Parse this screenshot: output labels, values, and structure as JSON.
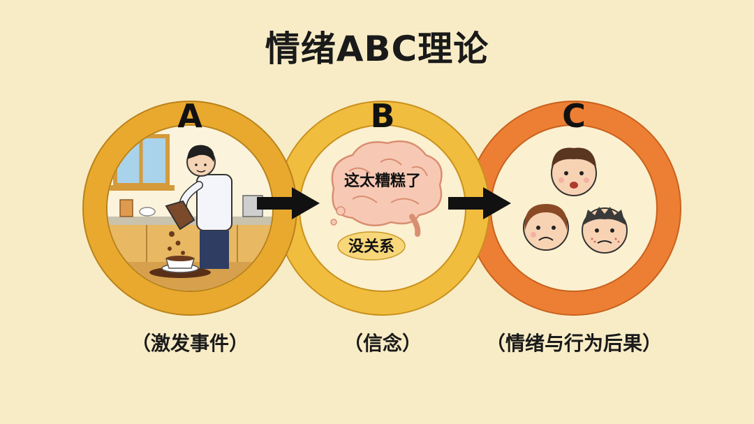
{
  "title": "情绪ABC理论",
  "nodes": [
    {
      "letter": "A",
      "caption": "（激发事件）",
      "color": "#e8a92e"
    },
    {
      "letter": "B",
      "caption": "（信念）",
      "color": "#f0bd3e"
    },
    {
      "letter": "C",
      "caption": "（情绪与行为后果）",
      "color": "#ec7f33"
    }
  ],
  "thoughts": {
    "negative": "这太糟糕了",
    "positive": "没关系"
  },
  "icons": [
    "coffee-spill-scene",
    "brain-icon",
    "sad-face-icon",
    "crying-face-icon",
    "anxious-face-icon",
    "arrow-right-icon"
  ]
}
